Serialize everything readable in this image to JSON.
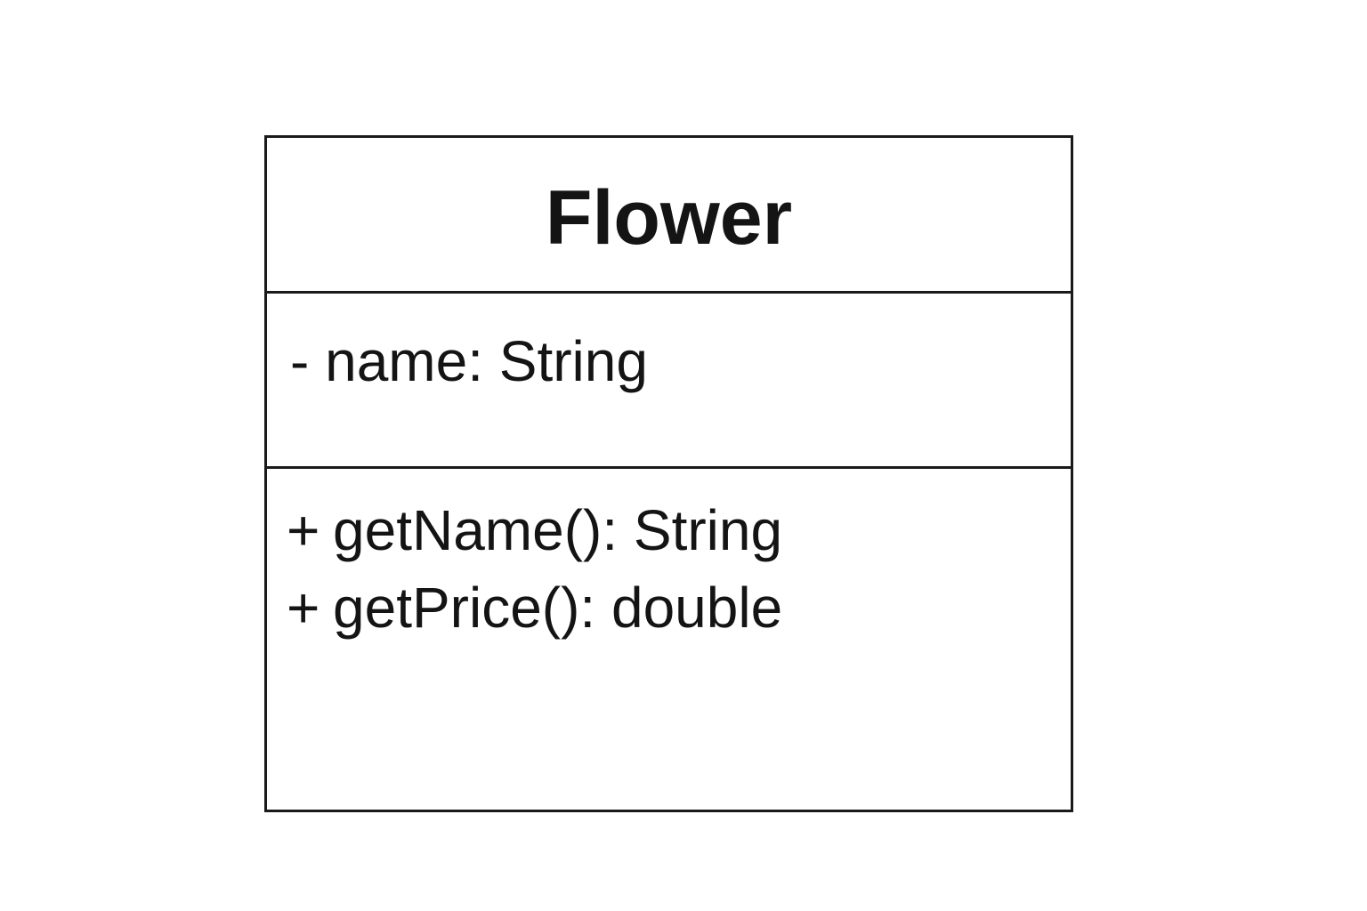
{
  "uml_class": {
    "name": "Flower",
    "attributes": [
      {
        "visibility": "-",
        "text": "name: String"
      }
    ],
    "operations": [
      {
        "visibility": "+",
        "text": "getName(): String"
      },
      {
        "visibility": "+",
        "text": "getPrice(): double"
      }
    ]
  }
}
